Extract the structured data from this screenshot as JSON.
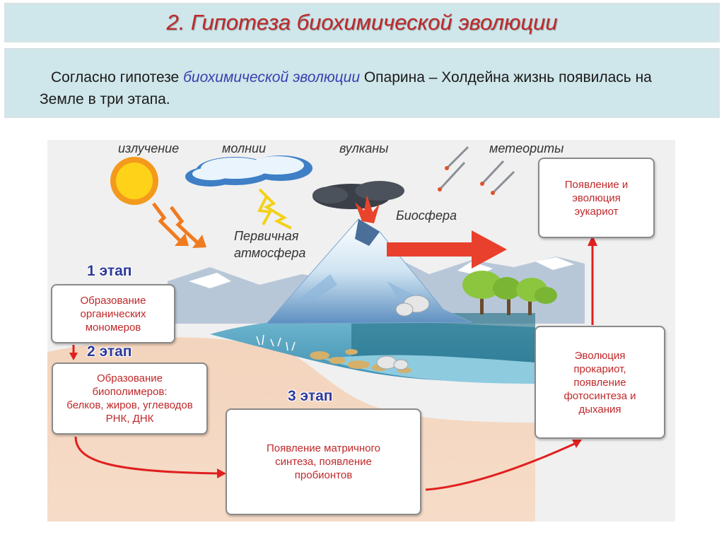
{
  "title": "2. Гипотеза биохимической эволюции",
  "intro": {
    "prefix": "Согласно гипотезе ",
    "emphasis": "биохимической эволюции",
    "suffix": " Опарина – Холдейна жизнь появилась на Земле в три этапа."
  },
  "scene_labels": {
    "radiation": "излучение",
    "lightning": "молнии",
    "volcanoes": "вулканы",
    "meteorites": "метеориты",
    "primary_atmosphere": "Первичная атмосфера",
    "biosphere": "Биосфера"
  },
  "stages": {
    "stage1": "1 этап",
    "stage2": "2 этап",
    "stage3": "3 этап"
  },
  "boxes": {
    "monomers": "Образование\nорганических\nмономеров",
    "biopolymers": "Образование\nбиополимеров:\nбелков, жиров, углеводов\nРНК, ДНК",
    "matrix": "Появление матричного\nсинтеза, появление\nпробионтов",
    "prokaryotes": "Эволюция\nпрокариот,\nпоявление\nфотосинтеза и\nдыхания",
    "eukaryotes": "Появление и\nэволюция\nэукариот"
  },
  "colors": {
    "title": "#c0282a",
    "box_text": "#c0282a",
    "stage_text": "#2c3a9a",
    "arrow": "#e02020",
    "header_bg": "#cfe6ea"
  }
}
